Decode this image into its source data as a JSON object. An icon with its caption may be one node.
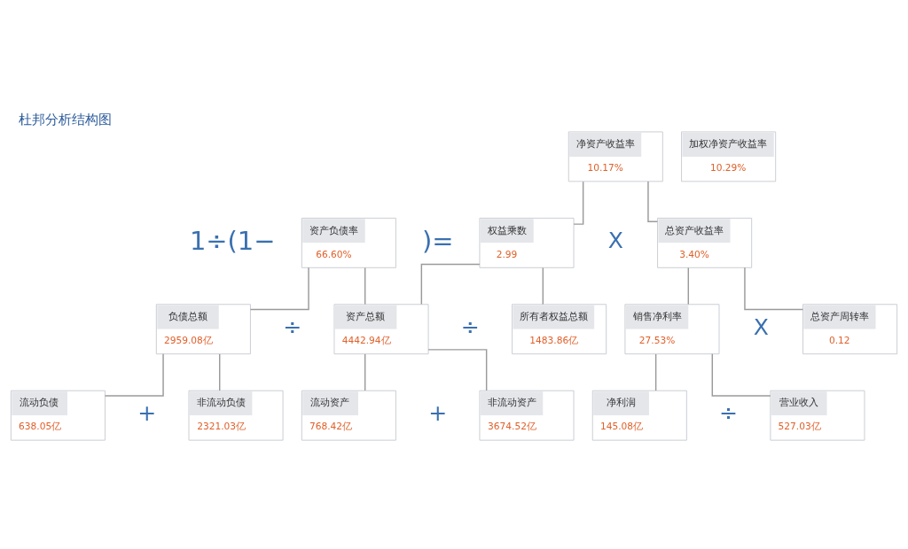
{
  "diagram": {
    "title": "杜邦分析结构图",
    "nodes": [
      {
        "text": [
          "净资产收益率",
          "10.17%"
        ]
      },
      {
        "text": [
          "加权净资产收益率",
          "10.29%"
        ]
      },
      {
        "text": [
          "资产负债率",
          "66.60%"
        ]
      },
      {
        "text": [
          "权益乘数",
          "2.99"
        ]
      },
      {
        "text": [
          "总资产收益率",
          "3.40%"
        ]
      },
      {
        "text": [
          "负债总额",
          "2959.08亿"
        ]
      },
      {
        "text": [
          "资产总额",
          "4442.94亿"
        ]
      },
      {
        "text": [
          "所有者权益总额",
          "1483.86亿"
        ]
      },
      {
        "text": [
          "销售净利率",
          "27.53%"
        ]
      },
      {
        "text": [
          "总资产周转率",
          "0.12"
        ]
      },
      {
        "text": [
          "流动负债",
          "638.05亿"
        ]
      },
      {
        "text": [
          "非流动负债",
          "2321.03亿"
        ]
      },
      {
        "text": [
          "流动资产",
          "768.42亿"
        ]
      },
      {
        "text": [
          "非流动资产",
          "3674.52亿"
        ]
      },
      {
        "text": [
          "净利润",
          "145.08亿"
        ]
      },
      {
        "text": [
          "营业收入",
          "527.03亿"
        ]
      }
    ],
    "edges": [
      {
        "from": 0,
        "to": 3,
        "arrow": "none"
      },
      {
        "from": 0,
        "to": 4,
        "arrow": "none"
      },
      {
        "from": 2,
        "to": 5,
        "arrow": "none"
      },
      {
        "from": 2,
        "to": 6,
        "arrow": "none"
      },
      {
        "from": 3,
        "to": 6,
        "arrow": "none"
      },
      {
        "from": 3,
        "to": 7,
        "arrow": "none"
      },
      {
        "from": 4,
        "to": 8,
        "arrow": "none"
      },
      {
        "from": 4,
        "to": 9,
        "arrow": "none"
      },
      {
        "from": 5,
        "to": 10,
        "arrow": "none"
      },
      {
        "from": 5,
        "to": 11,
        "arrow": "none"
      },
      {
        "from": 6,
        "to": 12,
        "arrow": "none"
      },
      {
        "from": 6,
        "to": 13,
        "arrow": "none"
      },
      {
        "from": 8,
        "to": 14,
        "arrow": "none"
      },
      {
        "from": 8,
        "to": 15,
        "arrow": "none"
      }
    ],
    "labels": [
      "1÷(1−",
      ")=",
      "X",
      "÷",
      "÷",
      "X",
      "+",
      "+",
      "÷"
    ]
  }
}
